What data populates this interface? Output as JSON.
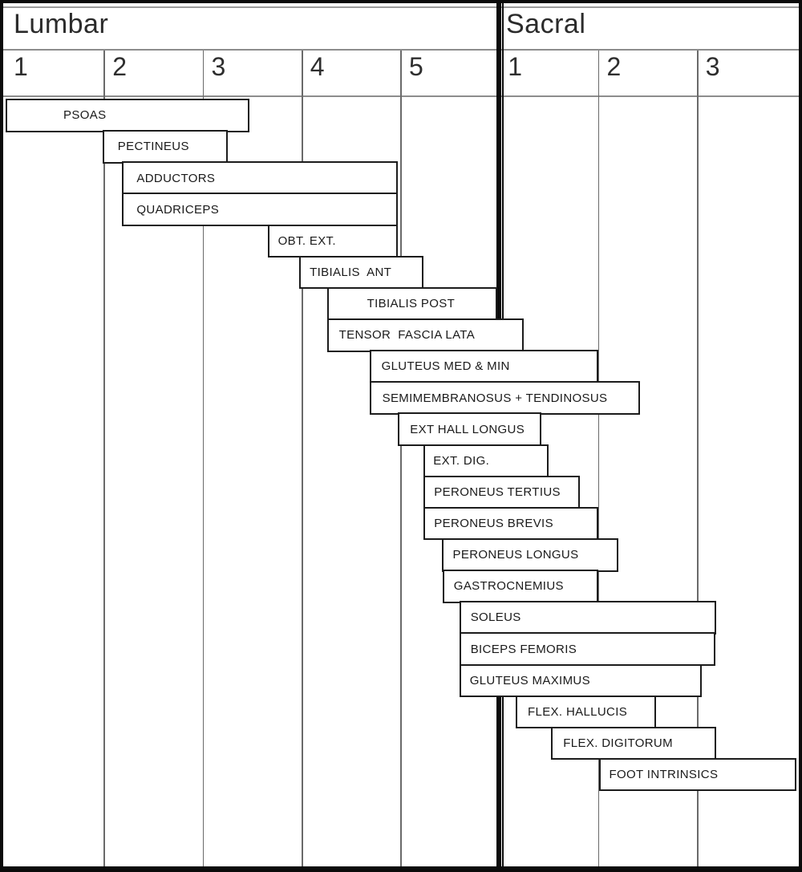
{
  "colors": {
    "background": "#ffffff",
    "frame": "#0b0b0b",
    "bar_fill": "#ffffff",
    "bar_border": "#1c1c1c",
    "grid_line": "#6a6a6a",
    "separator_line": "#8d8d8d",
    "text": "#1a1a1a"
  },
  "chart_data": {
    "type": "bar",
    "variant": "myotome-span-chart (Gantt-style, horizontal spans across spinal root levels)",
    "orientation": "horizontal",
    "title": "",
    "grid": "on",
    "sections": [
      {
        "name": "Lumbar",
        "levels": [
          "1",
          "2",
          "3",
          "4",
          "5"
        ]
      },
      {
        "name": "Sacral",
        "levels": [
          "1",
          "2",
          "3"
        ]
      }
    ],
    "axis_note": "start/end are in root-level units: 0 = left edge of Lumbar 1, 5 = Lumbar/Sacral divider, 8 = right edge of Sacral 3",
    "bars": [
      {
        "label": "PSOAS",
        "levels": "L1–L3",
        "start": 0.0,
        "end": 2.47,
        "indent": 70
      },
      {
        "label": "PECTINEUS",
        "levels": "L2–L3",
        "start": 0.98,
        "end": 2.25,
        "indent": 17
      },
      {
        "label": "ADDUCTORS",
        "levels": "L2–L4",
        "start": 1.18,
        "end": 3.97,
        "indent": 16
      },
      {
        "label": "QUADRICEPS",
        "levels": "L2–L4",
        "start": 1.18,
        "end": 3.97,
        "indent": 16
      },
      {
        "label": "OBT. EXT.",
        "levels": "L3–L4",
        "start": 2.65,
        "end": 3.97,
        "indent": 11
      },
      {
        "label": "TIBIALIS  ANT",
        "levels": "L4–L5",
        "start": 2.97,
        "end": 4.23,
        "indent": 11
      },
      {
        "label": "TIBIALIS POST",
        "levels": "L4–L5",
        "start": 3.25,
        "end": 4.97,
        "indent": 48
      },
      {
        "label": "TENSOR  FASCIA LATA",
        "levels": "L4–S1",
        "start": 3.25,
        "end": 5.24,
        "indent": 13
      },
      {
        "label": "GLUTEUS MED & MIN",
        "levels": "L4–S1",
        "start": 3.68,
        "end": 6.0,
        "indent": 13
      },
      {
        "label": "SEMIMEMBRANOSUS + TENDINOSUS",
        "levels": "L4–S2",
        "start": 3.68,
        "end": 6.42,
        "indent": 14
      },
      {
        "label": "EXT HALL LONGUS",
        "levels": "L5–S1",
        "start": 3.97,
        "end": 5.42,
        "indent": 13
      },
      {
        "label": "EXT. DIG.",
        "levels": "L5–S1",
        "start": 4.23,
        "end": 5.49,
        "indent": 10
      },
      {
        "label": "PERONEUS TERTIUS",
        "levels": "L5–S1",
        "start": 4.23,
        "end": 5.81,
        "indent": 11
      },
      {
        "label": "PERONEUS BREVIS",
        "levels": "L5–S1",
        "start": 4.23,
        "end": 6.0,
        "indent": 11
      },
      {
        "label": "PERONEUS LONGUS",
        "levels": "L5–S2",
        "start": 4.41,
        "end": 6.2,
        "indent": 12
      },
      {
        "label": "GASTROCNEMIUS",
        "levels": "L5–S1",
        "start": 4.42,
        "end": 6.0,
        "indent": 12
      },
      {
        "label": "SOLEUS",
        "levels": "L5–S2",
        "start": 4.59,
        "end": 7.19,
        "indent": 12
      },
      {
        "label": "BICEPS FEMORIS",
        "levels": "L5–S2",
        "start": 4.59,
        "end": 7.18,
        "indent": 12
      },
      {
        "label": "GLUTEUS MAXIMUS",
        "levels": "L5–S2",
        "start": 4.59,
        "end": 7.04,
        "indent": 11
      },
      {
        "label": "FLEX. HALLUCIS",
        "levels": "S1–S2",
        "start": 5.16,
        "end": 6.58,
        "indent": 13
      },
      {
        "label": "FLEX. DIGITORUM",
        "levels": "S1–S2",
        "start": 5.52,
        "end": 7.19,
        "indent": 13
      },
      {
        "label": "FOOT INTRINSICS",
        "levels": "S2–S3",
        "start": 6.0,
        "end": 8.0,
        "indent": 11
      }
    ]
  }
}
